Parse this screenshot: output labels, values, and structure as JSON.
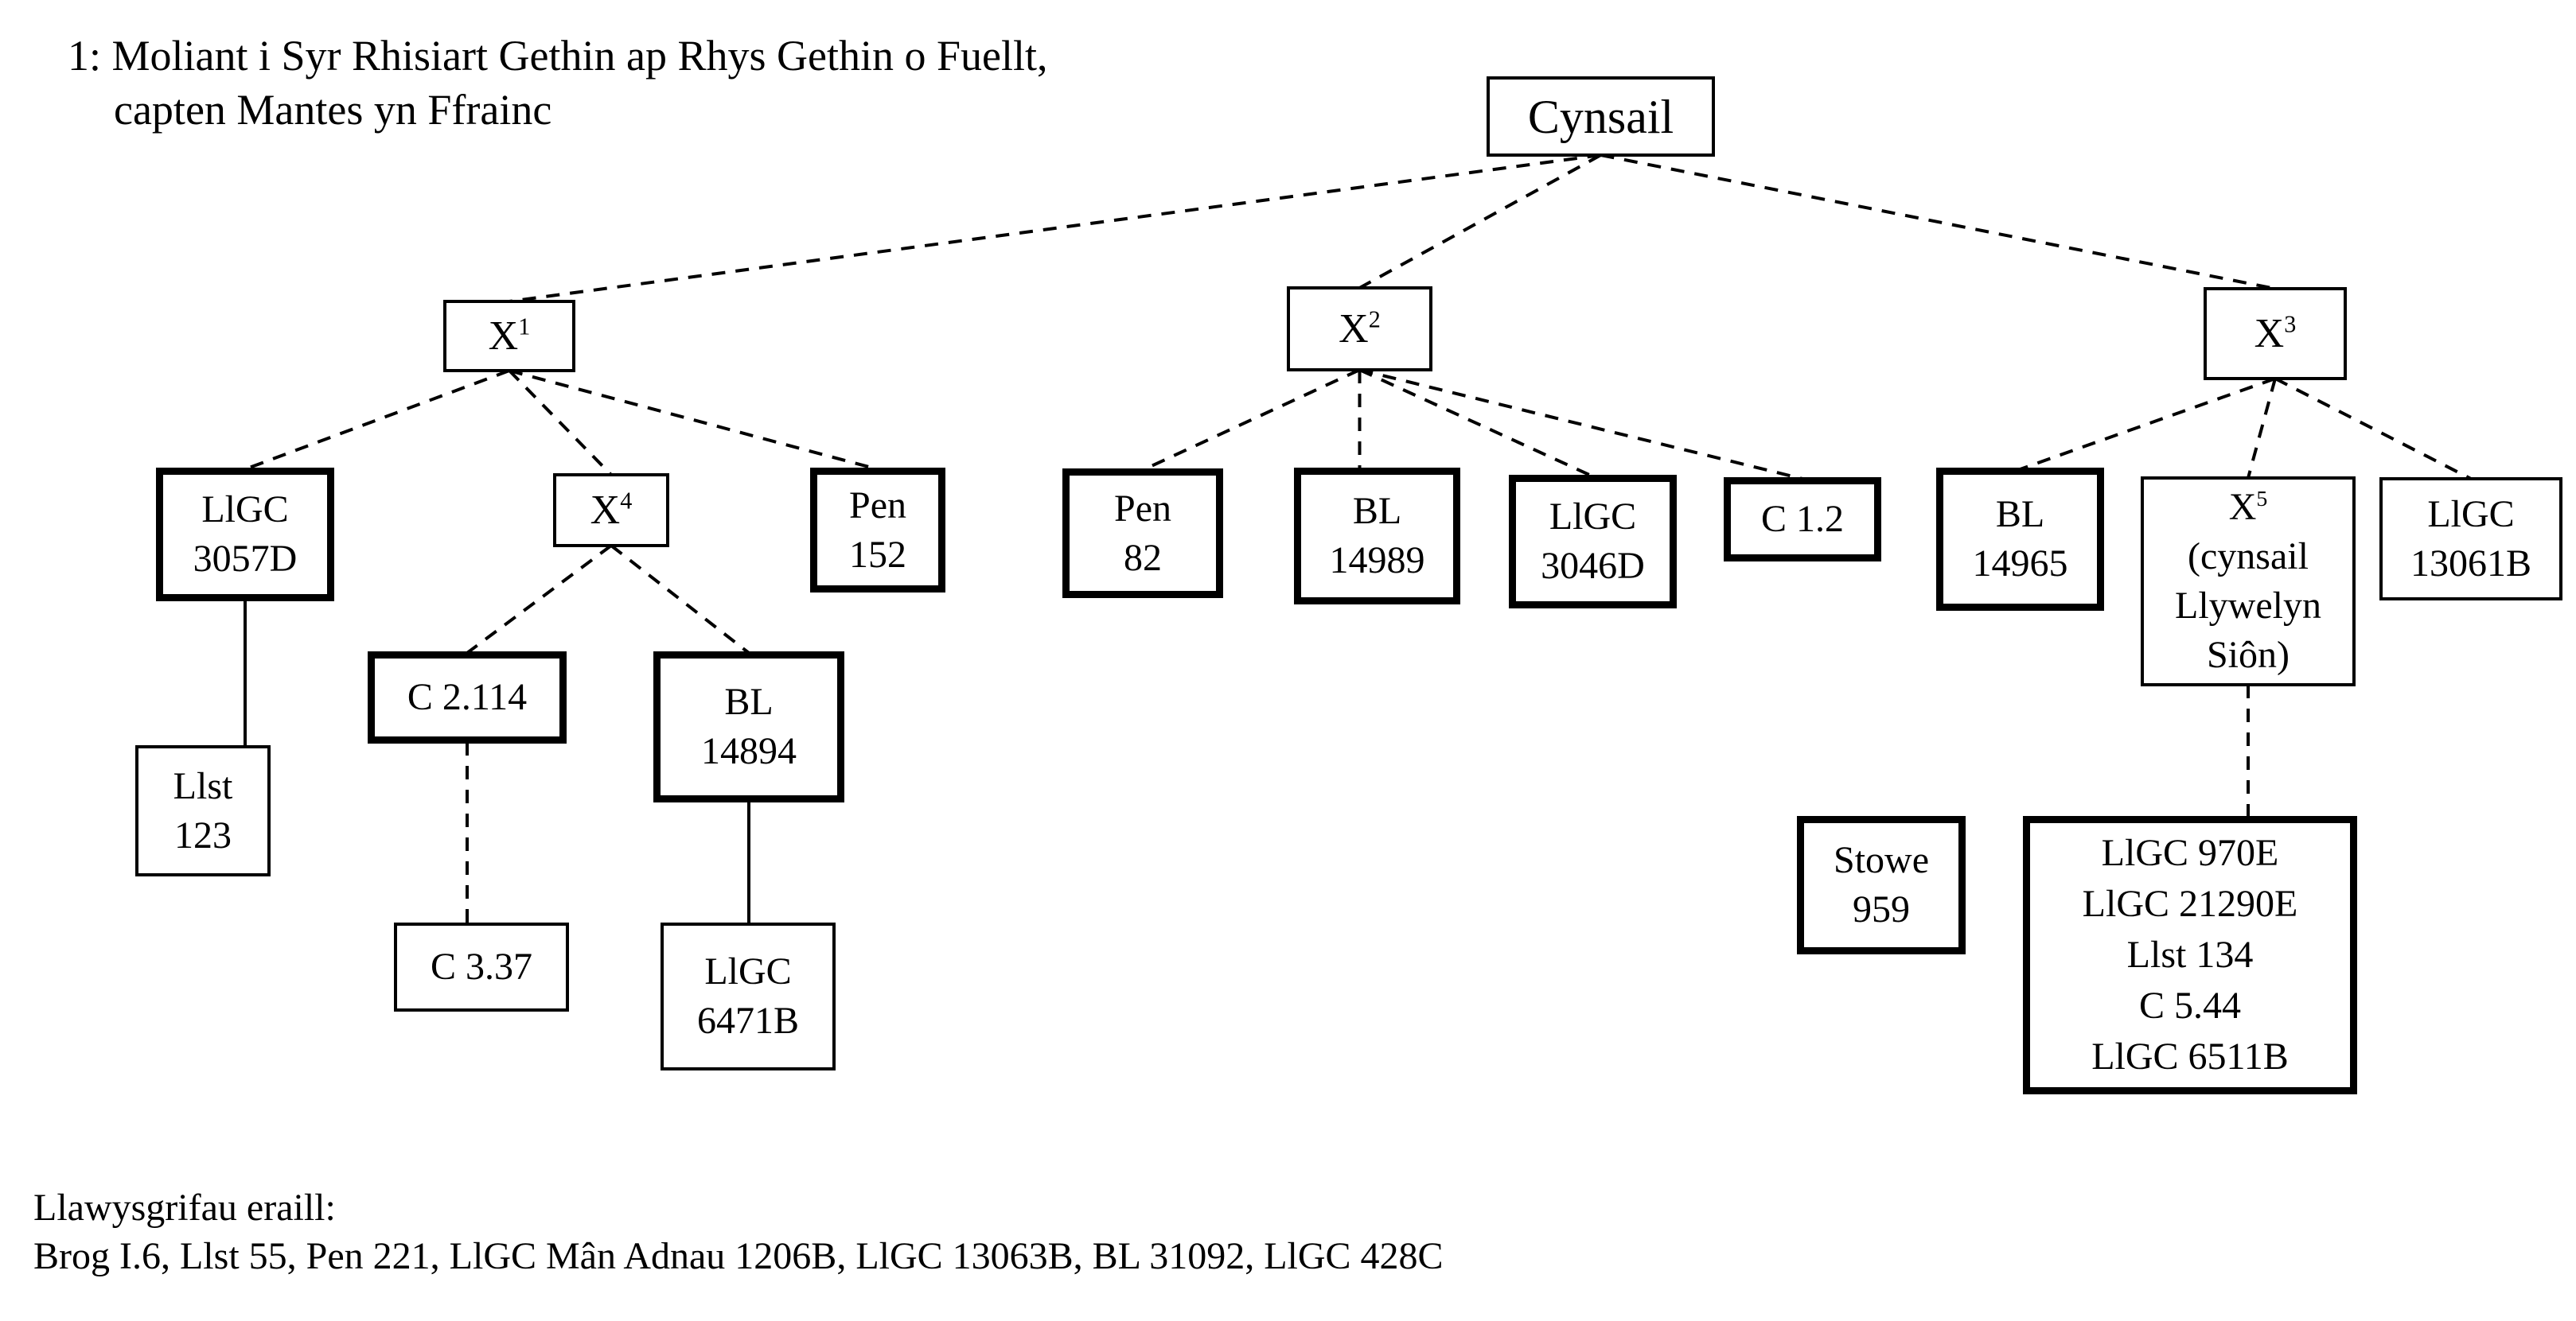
{
  "title": {
    "line1": "1: Moliant i Syr Rhisiart Gethin ap Rhys Gethin o Fuellt,",
    "line2": "capten Mantes yn Ffrainc"
  },
  "footer": {
    "heading": "Llawysgrifau eraill:",
    "list": "Brog I.6, Llst 55, Pen 221, LlGC Mân Adnau 1206B, LlGC 13063B, BL 31092, LlGC 428C"
  },
  "nodes": {
    "cynsail": {
      "label": "Cynsail"
    },
    "x1": {
      "base": "X",
      "sup": "1"
    },
    "x2": {
      "base": "X",
      "sup": "2"
    },
    "x3": {
      "base": "X",
      "sup": "3"
    },
    "x4": {
      "base": "X",
      "sup": "4"
    },
    "ligc3057d": {
      "lines": [
        "LlGC",
        "3057D"
      ]
    },
    "pen152": {
      "lines": [
        "Pen",
        "152"
      ]
    },
    "pen82": {
      "lines": [
        "Pen",
        "82"
      ]
    },
    "bl14989": {
      "lines": [
        "BL",
        "14989"
      ]
    },
    "ligc3046d": {
      "lines": [
        "LlGC",
        "3046D"
      ]
    },
    "c12": {
      "label": "C 1.2"
    },
    "bl14965": {
      "lines": [
        "BL",
        "14965"
      ]
    },
    "x5": {
      "base": "X",
      "sup": "5",
      "lines": [
        "(cynsail",
        "Llywelyn",
        "Siôn)"
      ]
    },
    "ligc13061b": {
      "lines": [
        "LlGC",
        "13061B"
      ]
    },
    "llst123": {
      "lines": [
        "Llst",
        "123"
      ]
    },
    "c2114": {
      "label": "C 2.114"
    },
    "bl14894": {
      "lines": [
        "BL",
        "14894"
      ]
    },
    "c337": {
      "label": "C 3.37"
    },
    "ligc6471b": {
      "lines": [
        "LlGC",
        "6471B"
      ]
    },
    "stowe959": {
      "lines": [
        "Stowe",
        "959"
      ]
    },
    "bigbox": {
      "lines": [
        "LlGC 970E",
        "LlGC 21290E",
        "Llst 134",
        "C 5.44",
        "LlGC 6511B"
      ]
    }
  },
  "edges": [
    {
      "from": "cynsail",
      "to": "x1",
      "style": "dashed"
    },
    {
      "from": "cynsail",
      "to": "x2",
      "style": "dashed"
    },
    {
      "from": "cynsail",
      "to": "x3",
      "style": "dashed"
    },
    {
      "from": "x1",
      "to": "ligc3057d",
      "style": "dashed"
    },
    {
      "from": "x1",
      "to": "x4",
      "style": "dashed"
    },
    {
      "from": "x1",
      "to": "pen152",
      "style": "dashed"
    },
    {
      "from": "x2",
      "to": "pen82",
      "style": "dashed"
    },
    {
      "from": "x2",
      "to": "bl14989",
      "style": "dashed",
      "drop": true
    },
    {
      "from": "x2",
      "to": "ligc3046d",
      "style": "dashed"
    },
    {
      "from": "x2",
      "to": "c12",
      "style": "dashed"
    },
    {
      "from": "x3",
      "to": "bl14965",
      "style": "dashed"
    },
    {
      "from": "x3",
      "to": "x5",
      "style": "dashed"
    },
    {
      "from": "x3",
      "to": "ligc13061b",
      "style": "dashed"
    },
    {
      "from": "x4",
      "to": "c2114",
      "style": "dashed"
    },
    {
      "from": "x4",
      "to": "bl14894",
      "style": "dashed"
    },
    {
      "from": "c2114",
      "to": "c337",
      "style": "dashed",
      "drop": true
    },
    {
      "from": "x5",
      "to": "bigbox",
      "style": "dashed",
      "drop": true
    },
    {
      "from": "ligc3057d",
      "to": "llst123",
      "style": "solid",
      "drop": true
    },
    {
      "from": "bl14894",
      "to": "ligc6471b",
      "style": "solid",
      "drop": true
    }
  ],
  "colors": {
    "ink": "#000000",
    "paper": "#ffffff"
  }
}
